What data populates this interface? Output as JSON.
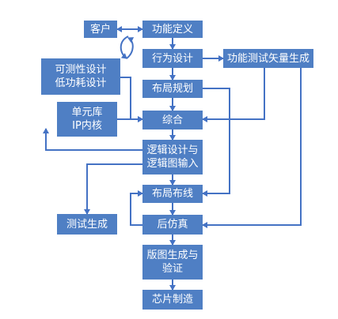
{
  "nodes": {
    "customer": "客户",
    "function_def": "功能定义",
    "behavior_design": "行为设计",
    "func_test_vec": "功能测试矢量生成",
    "testability_line1": "可测性设计",
    "testability_line2": "低功耗设计",
    "layout_plan": "布局规划",
    "cell_lib_line1": "单元库",
    "cell_lib_line2": "IP内核",
    "synthesis": "综合",
    "logic_line1": "逻辑设计与",
    "logic_line2": "逻辑图输入",
    "place_route": "布局布线",
    "test_gen": "测试生成",
    "post_sim": "后仿真",
    "layout_gen_line1": "版图生成与",
    "layout_gen_line2": "验证",
    "chip_fab": "芯片制造"
  },
  "colors": {
    "box_fill": "#4f7fc4",
    "line": "#4472c4",
    "text": "#ffffff"
  }
}
